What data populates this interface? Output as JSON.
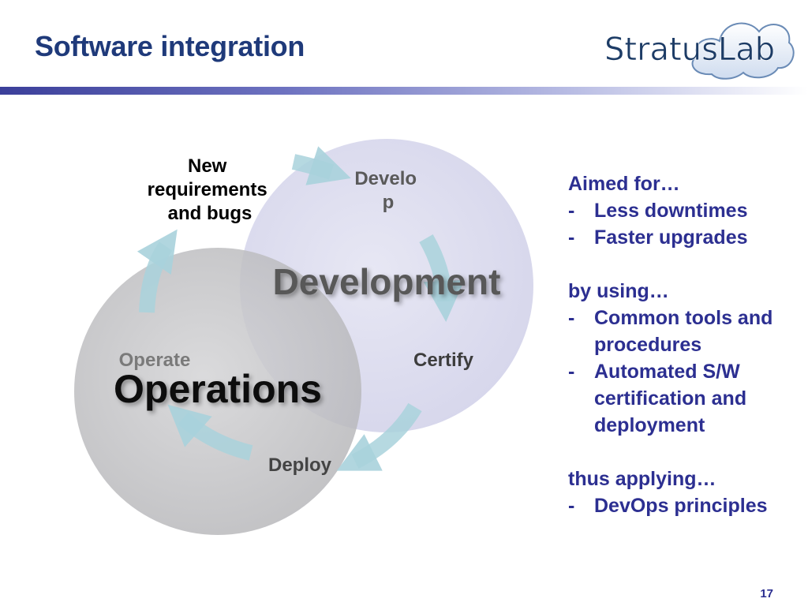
{
  "slide": {
    "title": "Software integration",
    "page_number": "17",
    "logo_text": "StratusLab"
  },
  "diagram": {
    "circle_development": "Development",
    "circle_operations": "Operations",
    "stage_new_requirements": [
      "New",
      "requirements",
      "and bugs"
    ],
    "stage_develop": [
      "Develo",
      "p"
    ],
    "stage_certify": "Certify",
    "stage_deploy": "Deploy",
    "stage_operate": "Operate"
  },
  "side_panel": {
    "heading_aimed": "Aimed for…",
    "aimed_items": [
      "Less downtimes",
      "Faster upgrades"
    ],
    "heading_using": "by using…",
    "using_items": [
      [
        "Common tools and",
        "procedures"
      ],
      [
        "Automated S/W",
        "certification and",
        "deployment"
      ]
    ],
    "heading_applying": "thus applying…",
    "applying_items": [
      "DevOps principles"
    ],
    "bullet_marker": "-"
  },
  "colors": {
    "title": "#1f3a7a",
    "side_text": "#2c2f91",
    "development_circle": "#d6d6ec",
    "operations_circle": "#c4c4c6",
    "arrow": "#a9d2dc",
    "title_bar_start": "#3b3f9a"
  }
}
